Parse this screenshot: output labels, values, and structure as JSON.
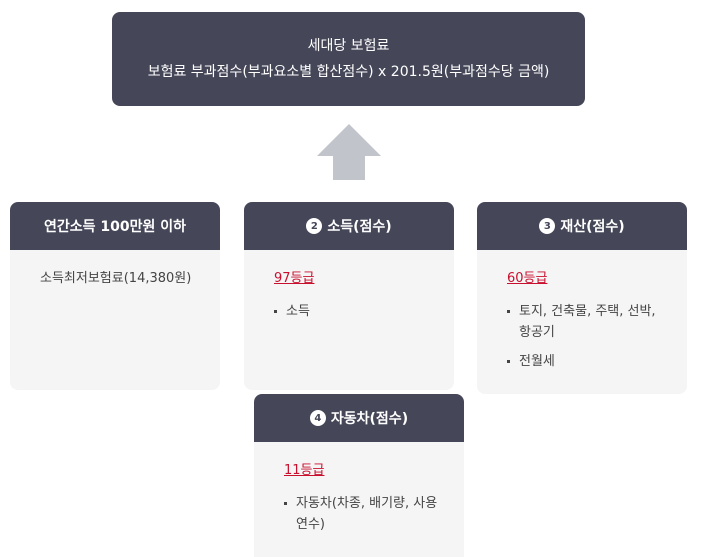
{
  "top": {
    "line1": "세대당 보험료",
    "line2": "보험료 부과점수(부과요소별 합산점수) x 201.5원(부과점수당 금액)"
  },
  "cards": {
    "low_income": {
      "title": "연간소득 100만원 이하",
      "body": "소득최저보험료(14,380원)"
    },
    "income": {
      "number": "2",
      "title": "소득(점수)",
      "grade": "97등급",
      "items": [
        "소득"
      ]
    },
    "property": {
      "number": "3",
      "title": "재산(점수)",
      "grade": "60등급",
      "items": [
        "토지, 건축물, 주택, 선박, 항공기",
        "전월세"
      ]
    },
    "car": {
      "number": "4",
      "title": "자동차(점수)",
      "grade": "11등급",
      "items": [
        "자동차(차종, 배기량, 사용연수)"
      ]
    }
  },
  "colors": {
    "header_bg": "#454759",
    "card_bg": "#f5f5f6",
    "arrow": "#c2c4cb",
    "grade": "#c8102e"
  }
}
